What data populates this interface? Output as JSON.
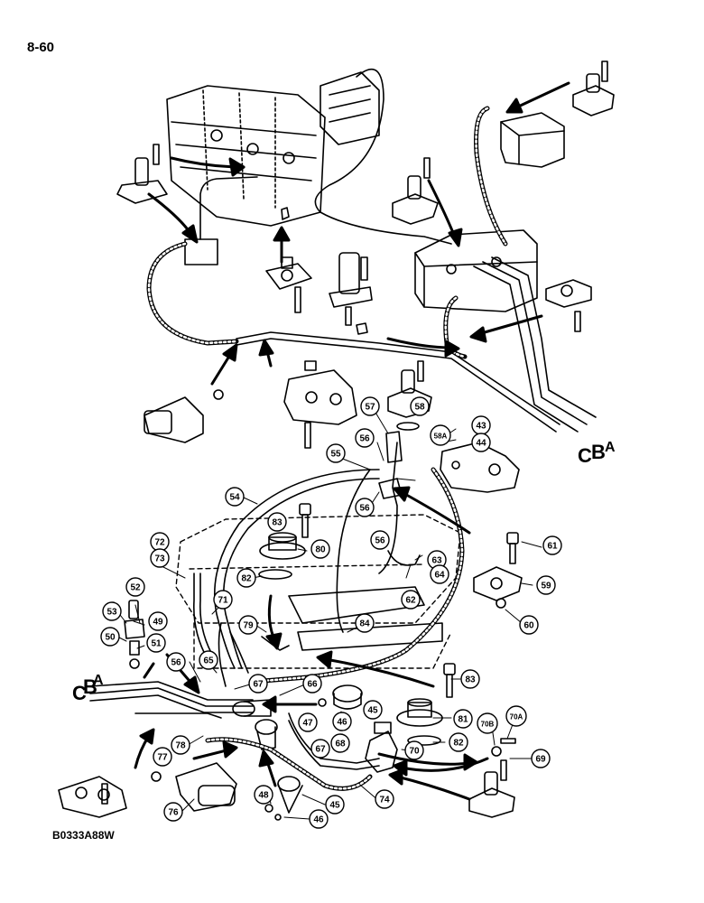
{
  "page_number": "8-60",
  "figure_code": "B0333A88W",
  "line_labels": [
    "C",
    "B",
    "A"
  ],
  "callouts": [
    "43",
    "44",
    "45",
    "46",
    "47",
    "48",
    "49",
    "50",
    "51",
    "52",
    "53",
    "54",
    "55",
    "56",
    "57",
    "58",
    "58A",
    "59",
    "60",
    "61",
    "62",
    "63",
    "64",
    "65",
    "66",
    "67",
    "68",
    "69",
    "70",
    "70A",
    "70B",
    "71",
    "72",
    "73",
    "74",
    "76",
    "77",
    "78",
    "79",
    "80",
    "81",
    "82",
    "83",
    "84"
  ]
}
